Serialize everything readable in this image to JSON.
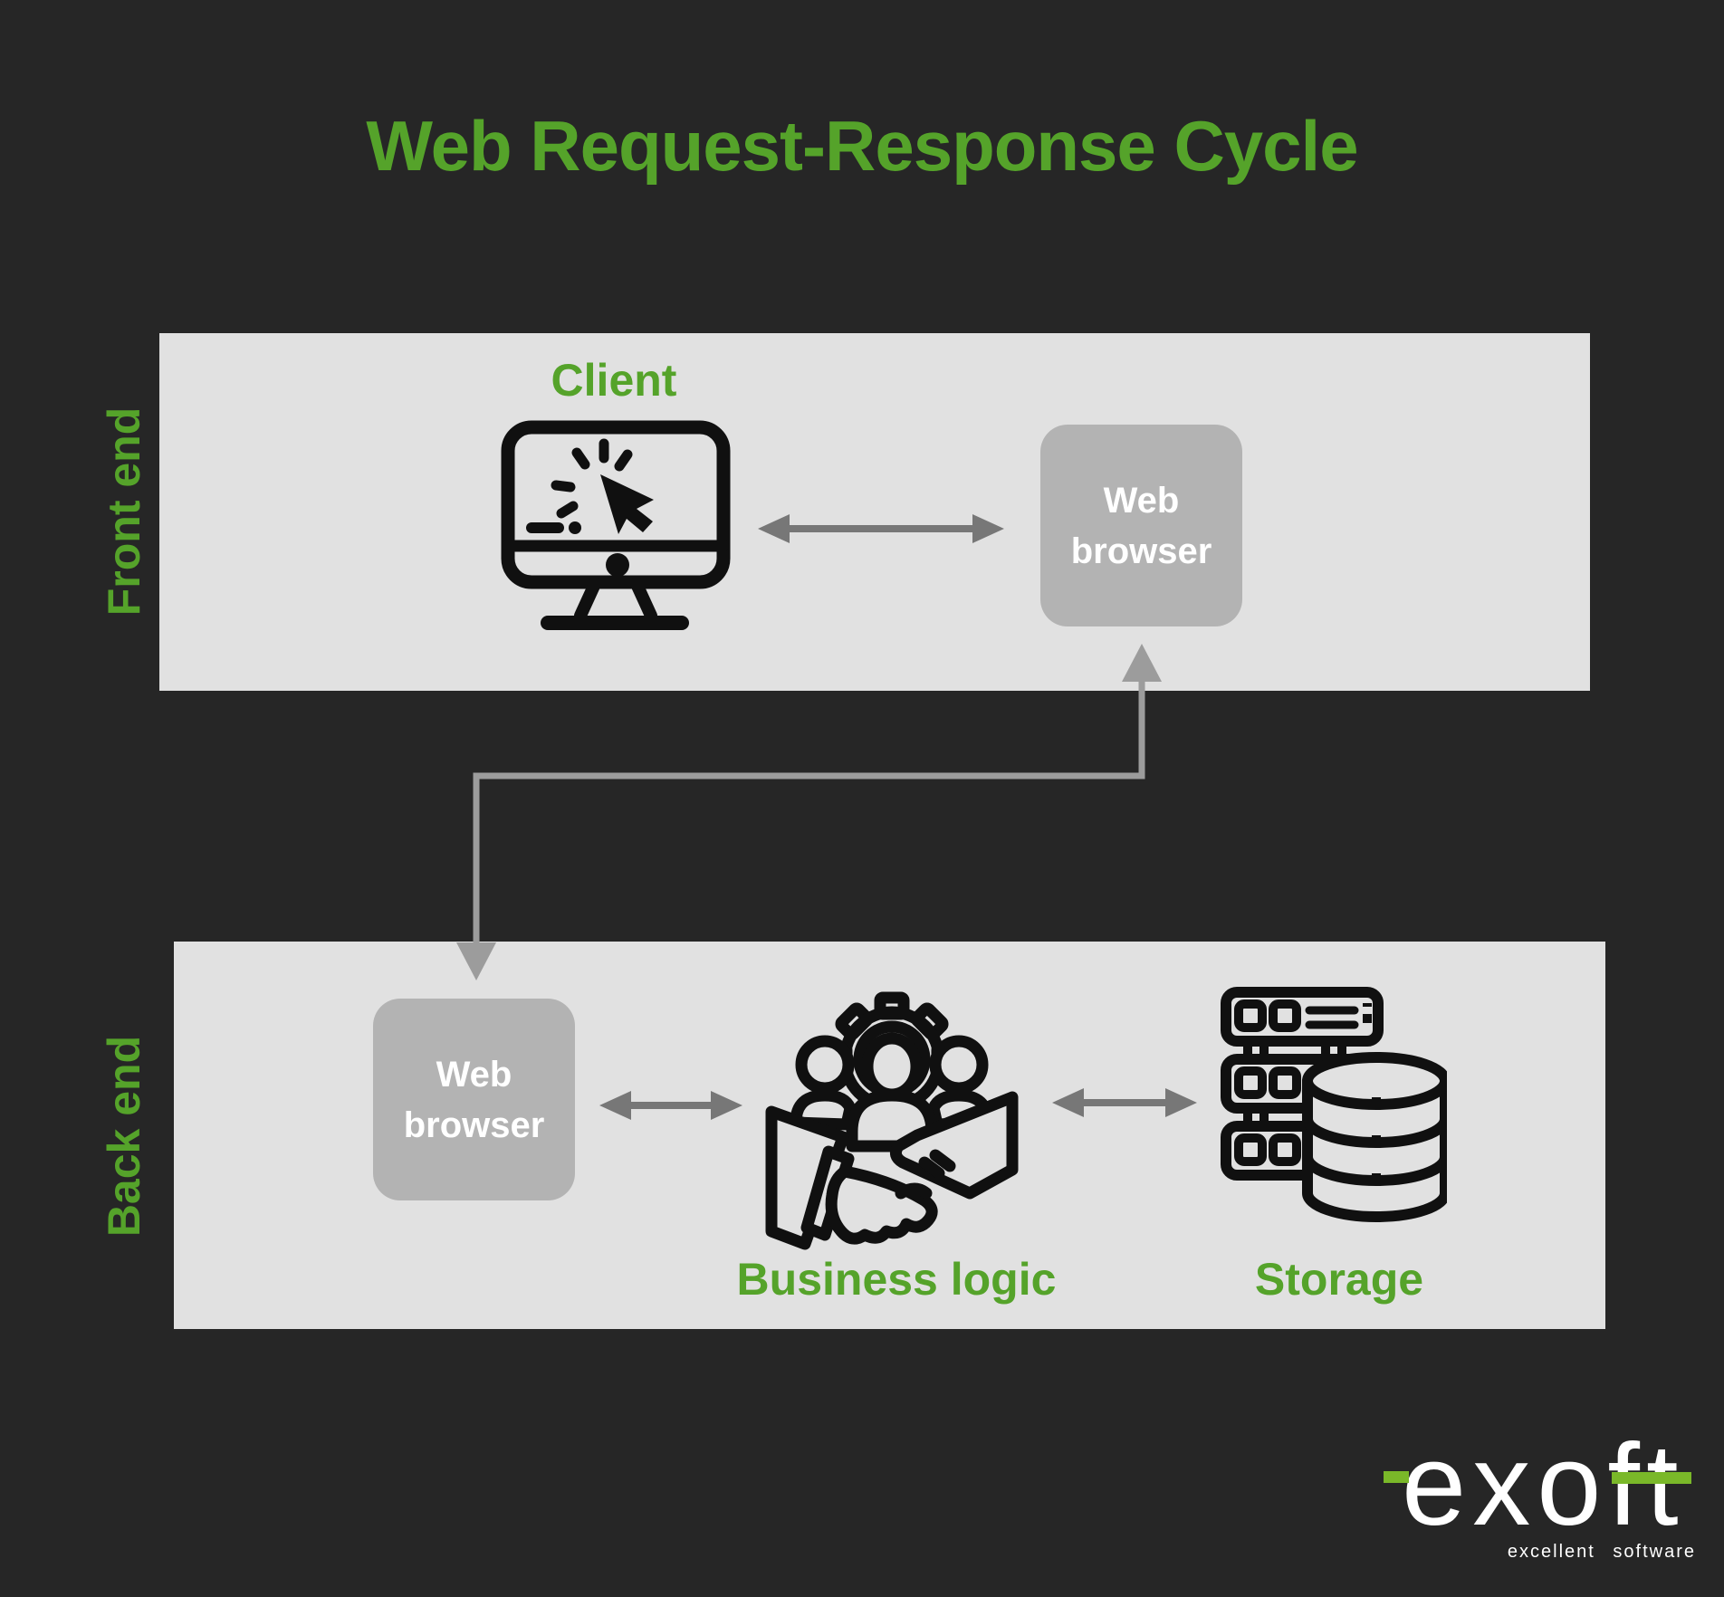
{
  "title": "Web Request-Response Cycle",
  "lanes": {
    "front": {
      "label": "Front end"
    },
    "back": {
      "label": "Back end"
    }
  },
  "nodes": {
    "client": {
      "label": "Client",
      "icon": "desktop-monitor-click-icon"
    },
    "browser_front": {
      "label": "Web browser"
    },
    "browser_back": {
      "label": "Web browser"
    },
    "business": {
      "label": "Business logic",
      "icon": "team-handshake-gear-icon"
    },
    "storage": {
      "label": "Storage",
      "icon": "server-rack-database-icon"
    }
  },
  "logo": {
    "brand": "exoft",
    "tagline": "excellent software"
  },
  "colors": {
    "background": "#262626",
    "panel": "#e1e1e1",
    "node_gray": "#b3b3b3",
    "arrow_gray": "#777777",
    "connector_gray": "#9c9c9c",
    "icon_black": "#101010",
    "accent_green": "#55a32a",
    "logo_green": "#7ab829",
    "text_white": "#ffffff"
  }
}
